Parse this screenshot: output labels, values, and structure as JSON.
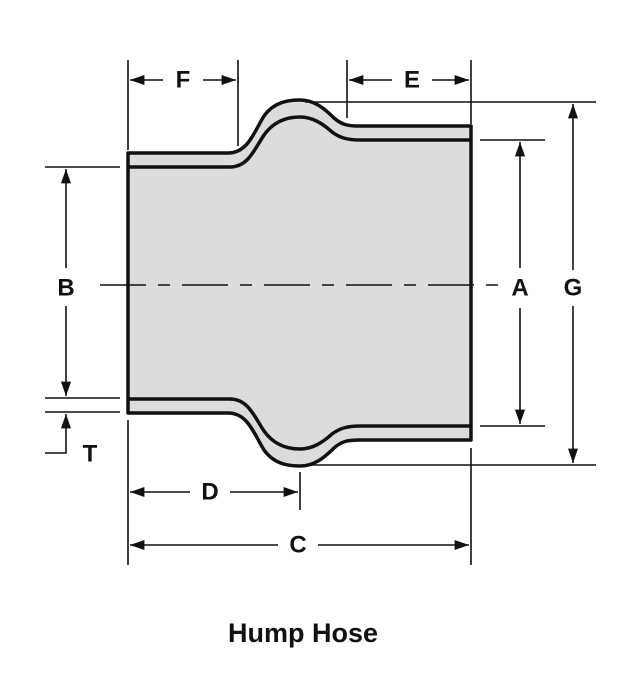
{
  "title": "Hump Hose",
  "dimensions": {
    "A": "A",
    "B": "B",
    "C": "C",
    "D": "D",
    "E": "E",
    "F": "F",
    "G": "G",
    "T": "T"
  },
  "colors": {
    "hose_fill": "#dcdcdc",
    "stroke": "#111111"
  }
}
